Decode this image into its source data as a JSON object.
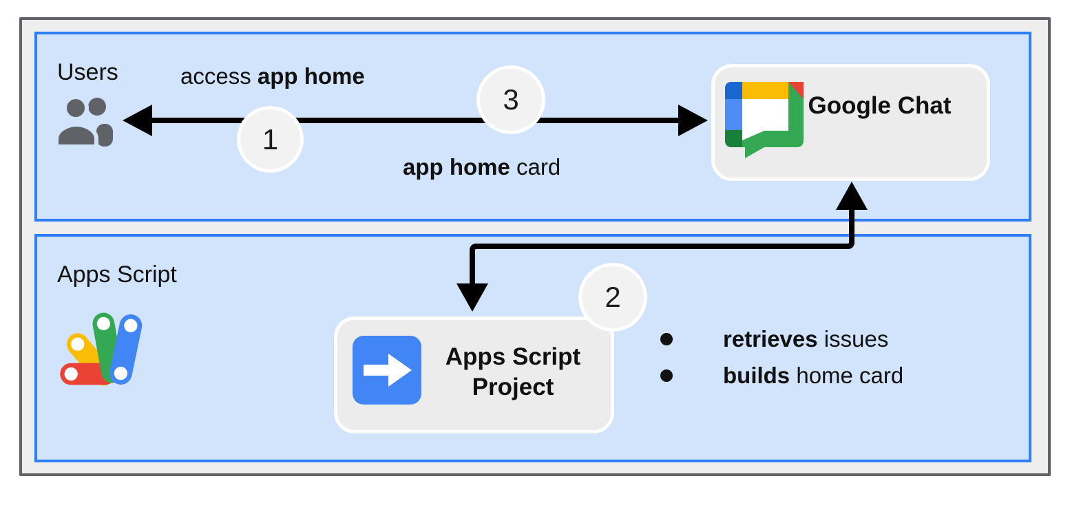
{
  "sections": {
    "users": {
      "label": "Users"
    },
    "apps_script": {
      "label": "Apps Script"
    }
  },
  "nodes": {
    "google_chat": {
      "label": "Google Chat"
    },
    "apps_script_project": {
      "label": "Apps Script Project"
    }
  },
  "edges": {
    "access": {
      "prefix": "access ",
      "bold": "app home"
    },
    "card": {
      "bold": "app home",
      "suffix": " card"
    }
  },
  "steps": {
    "one": "1",
    "two": "2",
    "three": "3"
  },
  "bullets": {
    "items": [
      {
        "bold": "retrieves",
        "rest": " issues"
      },
      {
        "bold": "builds",
        "rest": " home card"
      }
    ]
  },
  "icons": {
    "users": "users-icon",
    "google_chat": "google-chat-logo",
    "apps_script": "apps-script-logo",
    "project": "arrow-right-icon"
  },
  "colors": {
    "frame_border": "#5f6368",
    "frame_fill": "#eeeeee",
    "section_border": "#2e7ef7",
    "section_fill": "#d2e3fc",
    "node_fill": "#ececec",
    "node_border": "#ffffff",
    "badge_fill": "#f2f2f2",
    "arrow": "#000000",
    "text": "#111111",
    "icon_gray": "#5f6368",
    "google_blue": "#4285f4",
    "google_red": "#ea4335",
    "google_yellow": "#fbbc04",
    "google_green": "#34a853",
    "google_dark_green": "#188038",
    "google_dark_blue": "#1967d2",
    "google_mid_blue": "#4e8df5"
  }
}
